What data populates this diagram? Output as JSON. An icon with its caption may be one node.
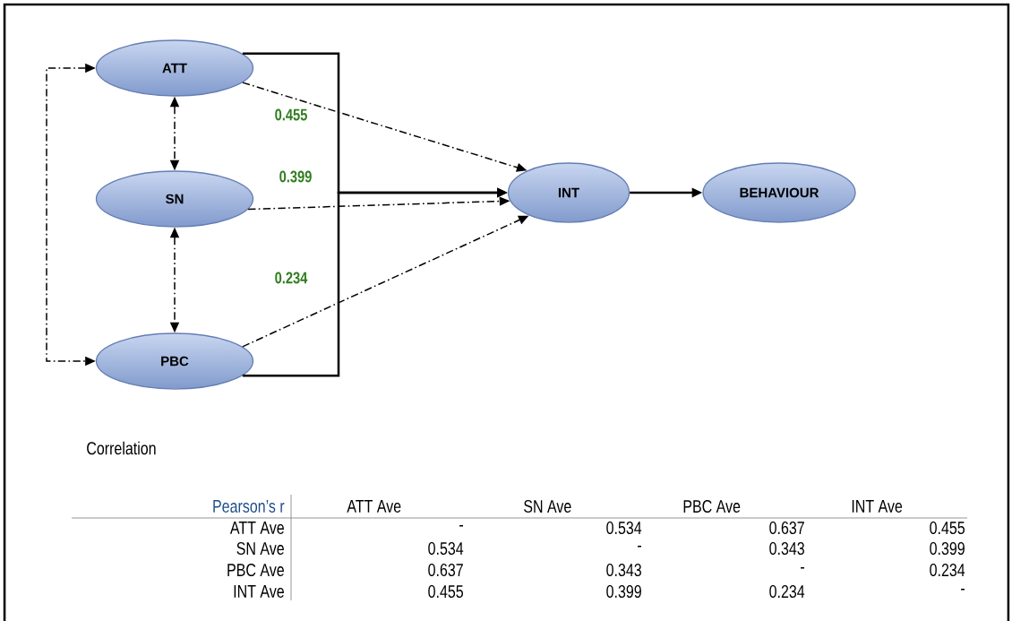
{
  "diagram": {
    "nodes": [
      {
        "text": [
          "ATT"
        ]
      },
      {
        "text": [
          "SN"
        ]
      },
      {
        "text": [
          "PBC"
        ]
      },
      {
        "text": [
          "INT"
        ]
      },
      {
        "text": [
          "BEHAVIOUR"
        ]
      }
    ],
    "edges": [
      {
        "from": 0,
        "to": 3,
        "arrow": "to",
        "style": "dashed",
        "label": "0.455"
      },
      {
        "from": 1,
        "to": 3,
        "arrow": "to",
        "style": "dashed",
        "label": "0.399"
      },
      {
        "from": 2,
        "to": 3,
        "arrow": "to",
        "style": "dashed",
        "label": "0.234"
      },
      {
        "from": 0,
        "to": 3,
        "arrow": "to"
      },
      {
        "from": 2,
        "to": 3,
        "arrow": "to"
      },
      {
        "from": 0,
        "to": 1,
        "arrow": "both",
        "style": "dashed"
      },
      {
        "from": 1,
        "to": 2,
        "arrow": "both",
        "style": "dashed"
      },
      {
        "from": 0,
        "to": 2,
        "arrow": "both",
        "style": "dashed"
      },
      {
        "from": 3,
        "to": 4,
        "arrow": "to"
      }
    ],
    "labels": [
      "Correlation",
      "Pearson’s r",
      "ATT Ave",
      "SN Ave",
      "PBC Ave",
      "INT Ave",
      "ATT Ave",
      "-",
      "0.534",
      "0.637",
      "0.455",
      "SN Ave",
      "0.534",
      "-",
      "0.343",
      "0.399",
      "PBC Ave",
      "0.637",
      "0.343",
      "-",
      "0.234",
      "INT Ave",
      "0.455",
      "0.399",
      "0.234",
      "-"
    ]
  }
}
